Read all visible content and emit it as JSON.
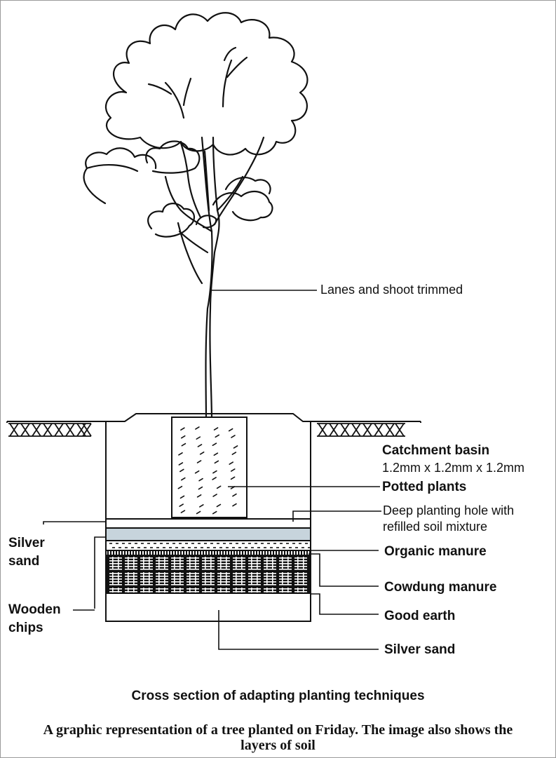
{
  "labels": {
    "shoot": "Lanes and shoot trimmed",
    "catchment_title": "Catchment basin",
    "catchment_dims": "1.2mm x 1.2mm x 1.2mm",
    "potted": "Potted plants",
    "hole_line1": "Deep planting hole with",
    "hole_line2": "refilled soil mixture",
    "organic": "Organic manure",
    "cowdung": "Cowdung manure",
    "good_earth": "Good earth",
    "silver_sand_bottom": "Silver sand",
    "silver_sand_left_1": "Silver",
    "silver_sand_left_2": "sand",
    "wooden_1": "Wooden",
    "wooden_2": "chips"
  },
  "title": "Cross section of adapting planting techniques",
  "caption": "A graphic representation of a tree planted on Friday. The image also shows the layers of soil",
  "colors": {
    "line": "#111111",
    "sand_fill": "#c7d4dc",
    "background": "#ffffff"
  }
}
